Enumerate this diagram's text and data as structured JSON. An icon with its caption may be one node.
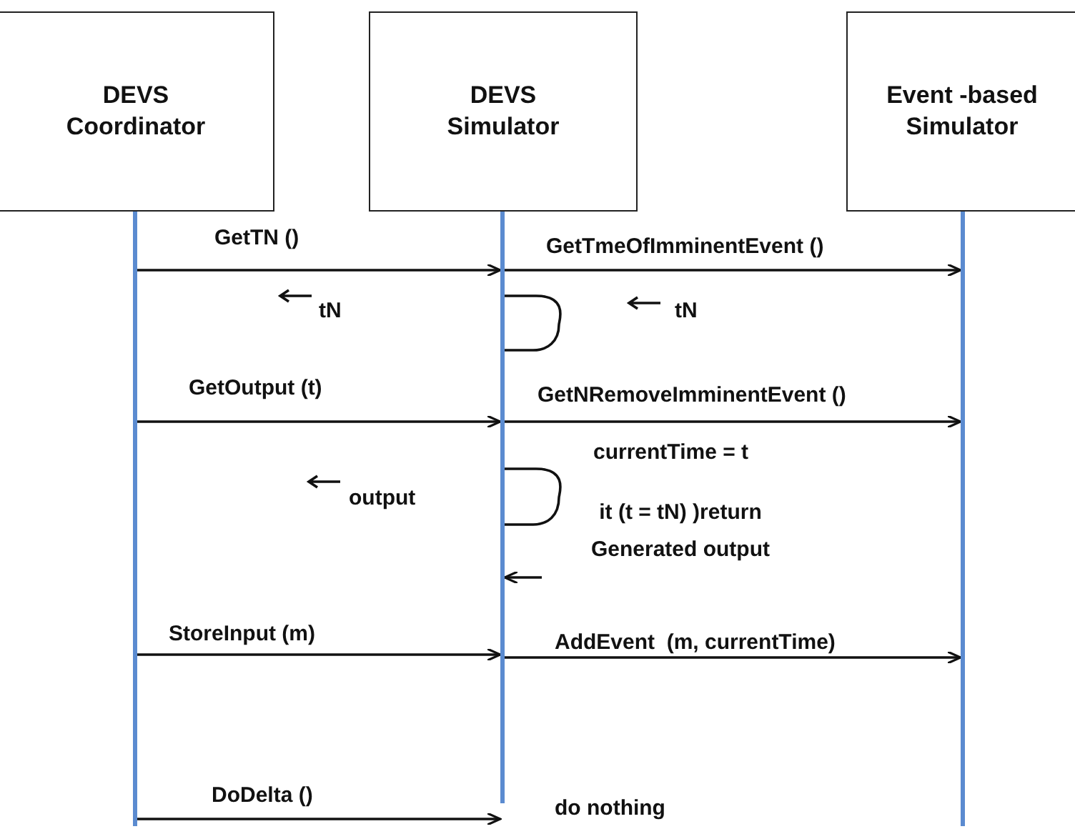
{
  "diagram": {
    "nodes": [
      {
        "text": [
          "DEVS Coordinator"
        ]
      },
      {
        "text": [
          "DEVS Simulator"
        ]
      },
      {
        "text": [
          "Event -based Simulator"
        ]
      },
      {
        "text": [],
        "shape": "bar"
      },
      {
        "text": [],
        "shape": "bar"
      },
      {
        "text": [],
        "shape": "bar"
      }
    ],
    "edges": [
      {
        "from": 3,
        "to": 4,
        "arrow": "to",
        "label": "GetTN ()"
      },
      {
        "from": 4,
        "to": 5,
        "arrow": "to",
        "label": "GetTmeOfImminentEvent ()"
      },
      {
        "from": 4,
        "to": 4,
        "arrow": "none"
      },
      {
        "from": 3,
        "to": 4,
        "arrow": "to",
        "label": "GetOutput (t)"
      },
      {
        "from": 4,
        "to": 5,
        "arrow": "to",
        "label": "GetNRemoveImminentEvent ()"
      },
      {
        "from": 4,
        "to": 4,
        "arrow": "none"
      },
      {
        "from": null,
        "to": 4,
        "arrow": "to"
      },
      {
        "from": 3,
        "to": 4,
        "arrow": "to",
        "label": "StoreInput (m)"
      },
      {
        "from": 4,
        "to": 5,
        "arrow": "to",
        "label": "AddEvent  (m, currentTime)"
      },
      {
        "from": 3,
        "to": 4,
        "arrow": "to",
        "label": "DoDelta ()"
      }
    ],
    "labels": [
      "tN",
      "tN",
      "currentTime = t",
      "output",
      "it  (t = tN) )return Generated output",
      "do nothing"
    ]
  }
}
